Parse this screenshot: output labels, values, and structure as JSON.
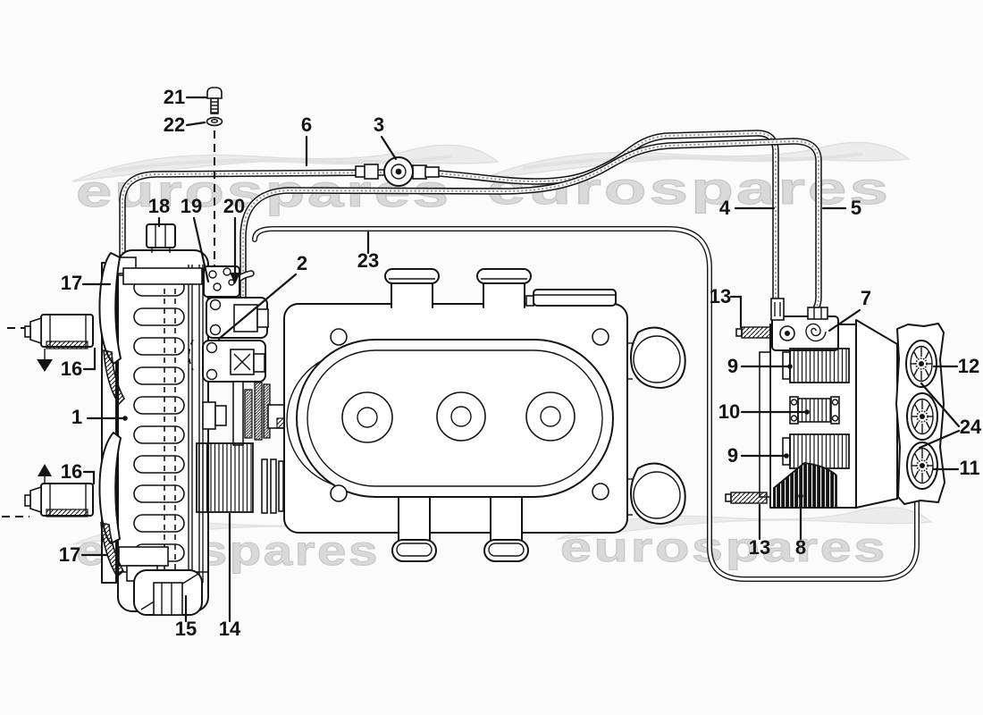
{
  "theme": {
    "background": "#fbfbfb",
    "line_color": "#141414",
    "watermark_text_color": "#d9d9d9",
    "watermark_stroke_color": "#c6c6c6",
    "swoosh_color": "#ececec"
  },
  "watermark": {
    "text": "eurospares"
  },
  "callouts": [
    {
      "label": "21"
    },
    {
      "label": "22"
    },
    {
      "label": "6"
    },
    {
      "label": "3"
    },
    {
      "label": "4"
    },
    {
      "label": "5"
    },
    {
      "label": "18"
    },
    {
      "label": "19"
    },
    {
      "label": "20"
    },
    {
      "label": "2"
    },
    {
      "label": "23"
    },
    {
      "label": "17"
    },
    {
      "label": "16"
    },
    {
      "label": "1"
    },
    {
      "label": "16"
    },
    {
      "label": "17"
    },
    {
      "label": "15"
    },
    {
      "label": "14"
    },
    {
      "label": "13"
    },
    {
      "label": "7"
    },
    {
      "label": "9"
    },
    {
      "label": "10"
    },
    {
      "label": "9"
    },
    {
      "label": "12"
    },
    {
      "label": "24"
    },
    {
      "label": "11"
    },
    {
      "label": "13"
    },
    {
      "label": "8"
    }
  ]
}
